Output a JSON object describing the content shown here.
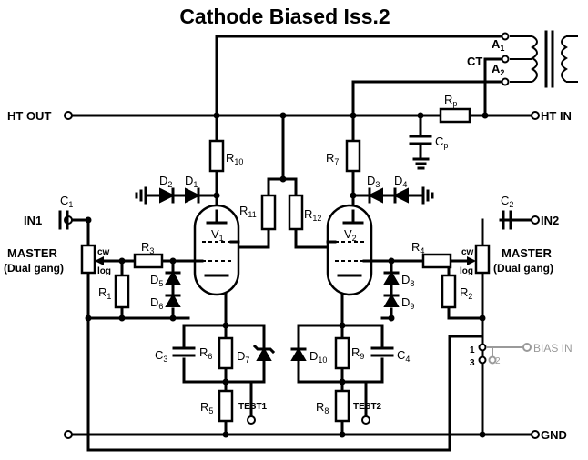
{
  "title": "Cathode Biased Iss.2",
  "terminals": {
    "ht_out": "HT OUT",
    "ht_in": "HT IN",
    "in1": "IN1",
    "in2": "IN2",
    "gnd": "GND",
    "bias_in": "BIAS IN",
    "a1": "A",
    "a1_sub": "1",
    "a2": "A",
    "a2_sub": "2",
    "ct": "CT",
    "pin1": "1",
    "pin2": "2",
    "pin3": "3"
  },
  "master_left": {
    "line1": "MASTER",
    "line2": "(Dual gang)",
    "cw": "cw",
    "log": "log"
  },
  "master_right": {
    "line1": "MASTER",
    "line2": "(Dual gang)",
    "cw": "cw",
    "log": "log"
  },
  "components": {
    "r1": {
      "main": "R",
      "sub": "1"
    },
    "r2": {
      "main": "R",
      "sub": "2"
    },
    "r3": {
      "main": "R",
      "sub": "3"
    },
    "r4": {
      "main": "R",
      "sub": "4"
    },
    "r5": {
      "main": "R",
      "sub": "5"
    },
    "r6": {
      "main": "R",
      "sub": "6"
    },
    "r7": {
      "main": "R",
      "sub": "7"
    },
    "r8": {
      "main": "R",
      "sub": "8"
    },
    "r9": {
      "main": "R",
      "sub": "9"
    },
    "r10": {
      "main": "R",
      "sub": "10"
    },
    "r11": {
      "main": "R",
      "sub": "11"
    },
    "r12": {
      "main": "R",
      "sub": "12"
    },
    "rp": {
      "main": "R",
      "sub": "p"
    },
    "cp": {
      "main": "C",
      "sub": "p"
    },
    "c1": {
      "main": "C",
      "sub": "1"
    },
    "c2": {
      "main": "C",
      "sub": "2"
    },
    "c3": {
      "main": "C",
      "sub": "3"
    },
    "c4": {
      "main": "C",
      "sub": "4"
    },
    "d1": {
      "main": "D",
      "sub": "1"
    },
    "d2": {
      "main": "D",
      "sub": "2"
    },
    "d3": {
      "main": "D",
      "sub": "3"
    },
    "d4": {
      "main": "D",
      "sub": "4"
    },
    "d5": {
      "main": "D",
      "sub": "5"
    },
    "d6": {
      "main": "D",
      "sub": "6"
    },
    "d7": {
      "main": "D",
      "sub": "7"
    },
    "d8": {
      "main": "D",
      "sub": "8"
    },
    "d9": {
      "main": "D",
      "sub": "9"
    },
    "d10": {
      "main": "D",
      "sub": "10"
    },
    "v1": {
      "main": "V",
      "sub": "1"
    },
    "v2": {
      "main": "V",
      "sub": "2"
    }
  },
  "test_points": {
    "test1": "TEST1",
    "test2": "TEST2"
  }
}
